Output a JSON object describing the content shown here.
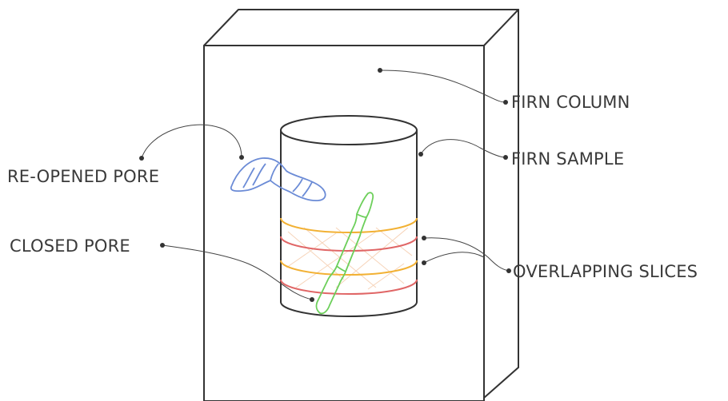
{
  "labels": {
    "firn_column": "FIRN COLUMN",
    "firn_sample": "FIRN SAMPLE",
    "reopened_pore": "RE-OPENED PORE",
    "closed_pore": "CLOSED PORE",
    "overlapping_slices": "OVERLAPPING SLICES"
  },
  "colors": {
    "outline": "#333333",
    "text": "#3a3a3a",
    "slice_orange": "#f2b134",
    "slice_red": "#e06666",
    "reopened_pore": "#6b8bd6",
    "closed_pore": "#6ccf5a"
  }
}
